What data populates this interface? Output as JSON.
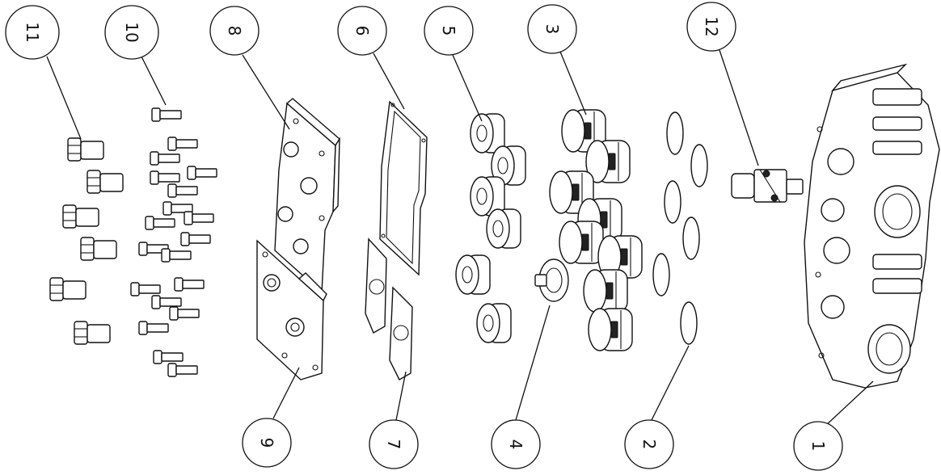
{
  "diagram": {
    "callouts": [
      {
        "id": "c11",
        "label": "11"
      },
      {
        "id": "c10",
        "label": "10"
      },
      {
        "id": "c8",
        "label": "8"
      },
      {
        "id": "c6",
        "label": "6"
      },
      {
        "id": "c5",
        "label": "5"
      },
      {
        "id": "c3",
        "label": "3"
      },
      {
        "id": "c12",
        "label": "12"
      },
      {
        "id": "c9",
        "label": "9"
      },
      {
        "id": "c7",
        "label": "7"
      },
      {
        "id": "c4",
        "label": "4"
      },
      {
        "id": "c2",
        "label": "2"
      },
      {
        "id": "c1",
        "label": "1"
      }
    ]
  }
}
